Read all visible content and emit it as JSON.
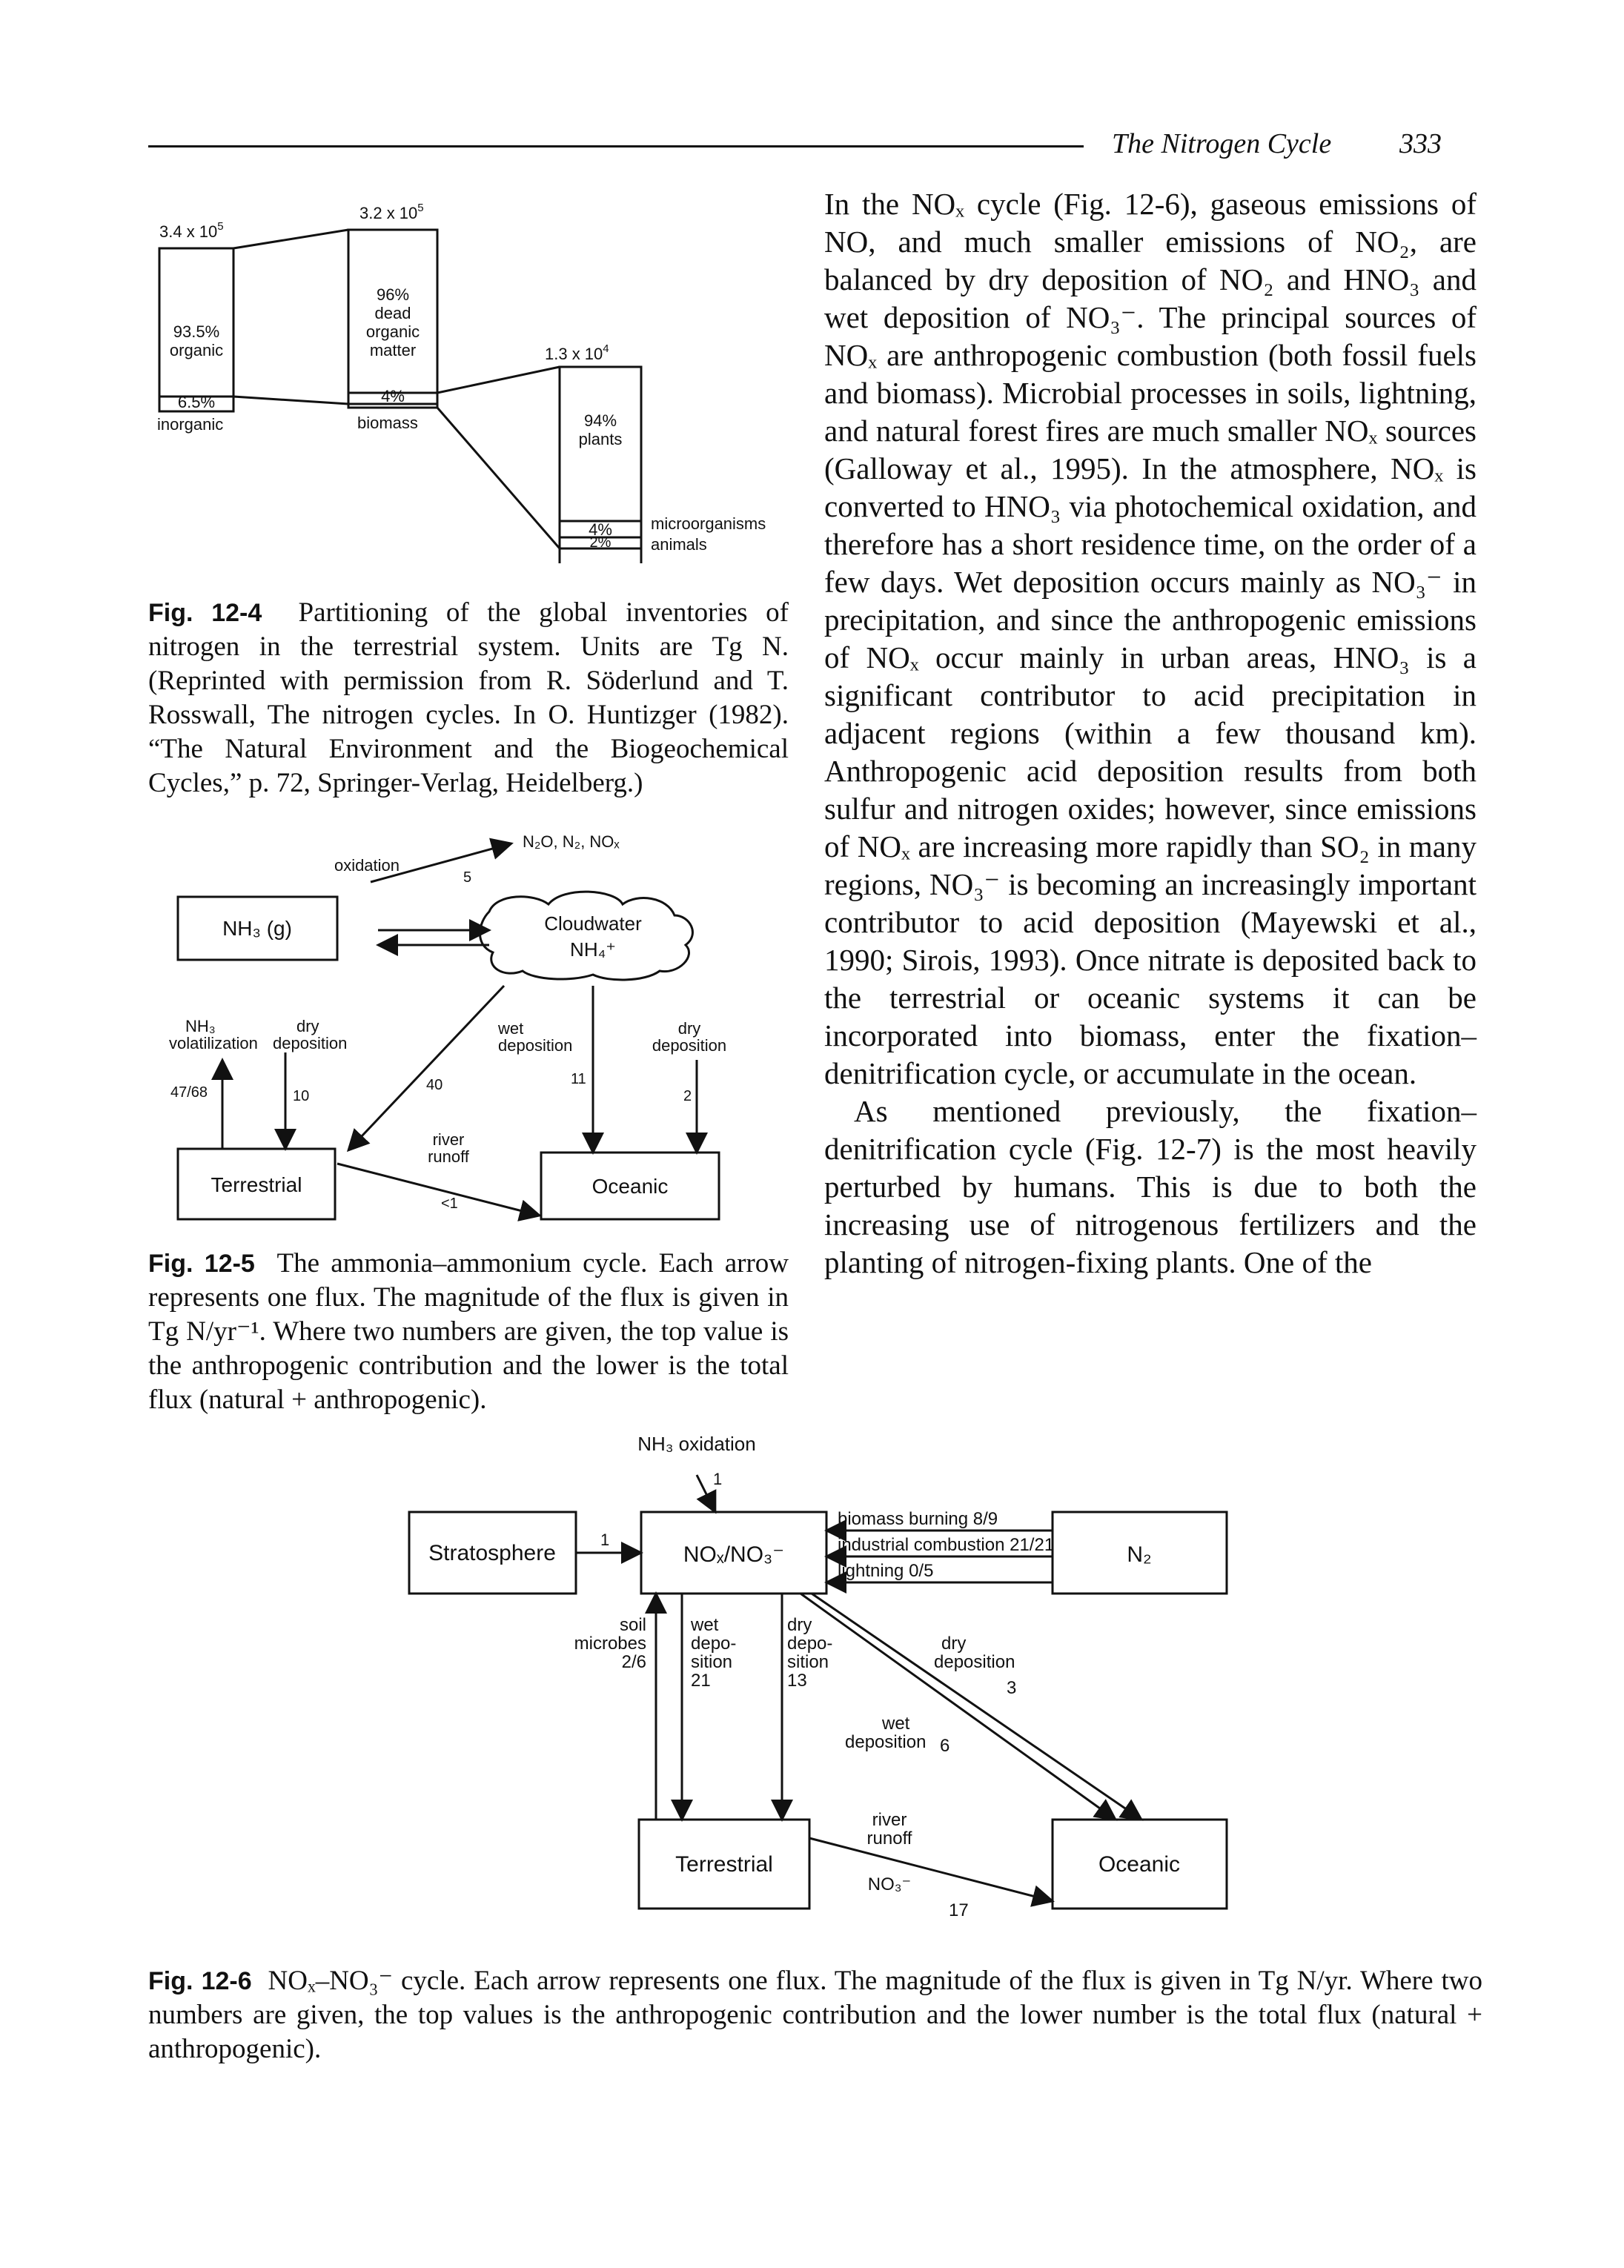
{
  "header": {
    "title": "The Nitrogen Cycle",
    "page": "333"
  },
  "body_text": [
    "In the NOₓ cycle (Fig. 12-6), gaseous emissions of NO, and much smaller emissions of NO₂, are balanced by dry deposition of NO₂ and HNO₃ and wet deposition of NO₃⁻. The principal sources of NOₓ are anthropogenic combustion (both fossil fuels and biomass). Microbial processes in soils, lightning, and natural forest fires are much smaller NOₓ sources (Galloway et al., 1995). In the atmosphere, NOₓ is converted to HNO₃ via photochemical oxidation, and therefore has a short residence time, on the order of a few days. Wet deposition occurs mainly as NO₃⁻ in precipitation, and since the anthropogenic emissions of NOₓ occur mainly in urban areas, HNO₃ is a significant contributor to acid precipitation in adjacent regions (within a few thousand km). Anthropogenic acid deposition results from both sulfur and nitrogen oxides; however, since emissions of NOₓ are increasing more rapidly than SO₂ in many regions, NO₃⁻ is becoming an increasingly important contributor to acid deposition (Mayewski et al., 1990; Sirois, 1993). Once nitrate is deposited back to the terrestrial or oceanic systems it can be incorporated into biomass, enter the fixation–denitrification cycle, or accumulate in the ocean.",
    "As mentioned previously, the fixation–denitrification cycle (Fig. 12-7) is the most heavily perturbed by humans. This is due to both the increasing use of nitrogenous fertilizers and the planting of nitrogen-fixing plants. One of the"
  ],
  "fig4": {
    "label": "Fig. 12-4",
    "caption": "Partitioning of the global inventories of nitrogen in the terrestrial system. Units are Tg N. (Reprinted with permission from R. Söderlund and T. Rosswall, The nitrogen cycles. In O. Huntizger (1982). “The Natural Environment and the Biogeochemical Cycles,” p. 72, Springer-Verlag, Heidelberg.)",
    "total_base": "3.4 x 10",
    "total_exp": "5",
    "organic_pct": "93.5%",
    "organic_label": "organic",
    "inorganic_pct": "6.5%",
    "inorganic_label": "inorganic",
    "org_total_base": "3.2 x 10",
    "org_total_exp": "5",
    "dead_pct": "96%",
    "dead_label_1": "dead",
    "dead_label_2": "organic",
    "dead_label_3": "matter",
    "biomass_pct": "4%",
    "biomass_label": "biomass",
    "bio_total_base": "1.3 x 10",
    "bio_total_exp": "4",
    "plants_pct": "94%",
    "plants_label": "plants",
    "micro_pct": "4%",
    "micro_label": "microorganisms",
    "animals_pct": "2%",
    "animals_label": "animals"
  },
  "fig5": {
    "label": "Fig. 12-5",
    "caption": "The ammonia–ammonium cycle. Each arrow represents one flux. The magnitude of the flux is given in Tg N/yr⁻¹. Where two numbers are given, the top value is the anthropogenic contribution and the lower is the total flux (natural + anthropogenic).",
    "nh3_box": "NH₃ (g)",
    "cloud_1": "Cloudwater",
    "cloud_2": "NH₄⁺",
    "oxidation": "oxidation",
    "oxidation_val": "5",
    "oxidation_products": "N₂O, N₂, NOₓ",
    "nh3_vol_1": "NH₃",
    "nh3_vol_2": "volatilization",
    "dry_dep_1": "dry",
    "dry_dep_2": "deposition",
    "wet_dep_1": "wet",
    "wet_dep_2": "deposition",
    "dry_dep_ocean_1": "dry",
    "dry_dep_ocean_2": "deposition",
    "flux_vol": "47/68",
    "flux_dry": "10",
    "flux_wet_terr": "40",
    "flux_wet_ocean": "11",
    "flux_dry_ocean": "2",
    "river_1": "river",
    "river_2": "runoff",
    "river_val": "<1",
    "terrestrial": "Terrestrial",
    "oceanic": "Oceanic"
  },
  "fig6": {
    "label": "Fig. 12-6",
    "caption": "NOₓ–NO₃⁻ cycle. Each arrow represents one flux. The magnitude of the flux is given in Tg N/yr. Where two numbers are given, the top values is the anthropogenic contribution and the lower number is the total flux (natural + anthropogenic).",
    "nh3_ox": "NH₃ oxidation",
    "nh3_ox_val": "1",
    "stratosphere": "Stratosphere",
    "strat_val": "1",
    "nox_box": "NOₓ/NO₃⁻",
    "n2": "N₂",
    "biomass_burning": "biomass burning 8/9",
    "industrial": "industrial combustion 21/21",
    "lightning": "lightning 0/5",
    "soil_1": "soil",
    "soil_2": "microbes",
    "soil_val": "2/6",
    "wet_1": "wet",
    "wet_2": "depo-",
    "wet_3": "sition",
    "wet_val": "21",
    "dry_1": "dry",
    "dry_2": "depo-",
    "dry_3": "sition",
    "dry_val": "13",
    "dry_ocean_1": "dry",
    "dry_ocean_2": "deposition",
    "dry_ocean_val": "3",
    "wet_ocean_1": "wet",
    "wet_ocean_2": "deposition",
    "wet_ocean_val": "6",
    "river_1": "river",
    "river_2": "runoff",
    "river_3": "NO₃⁻",
    "river_val": "17",
    "terrestrial": "Terrestrial",
    "oceanic": "Oceanic"
  }
}
